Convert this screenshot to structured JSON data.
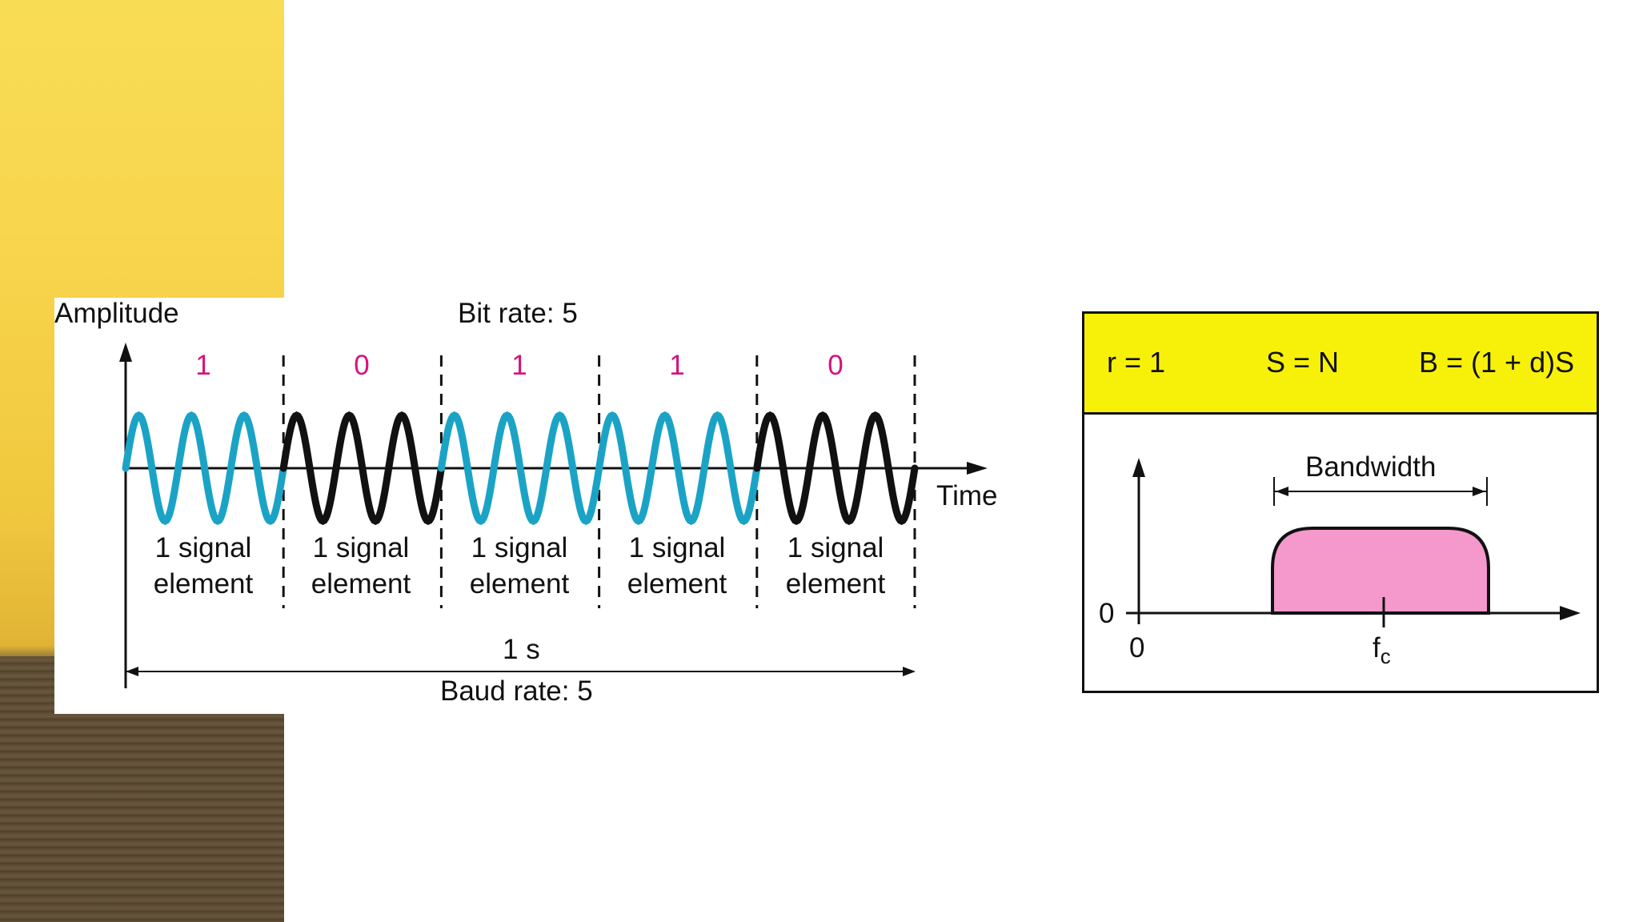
{
  "signal_diagram": {
    "y_axis_label": "Amplitude",
    "x_axis_label": "Time",
    "bit_rate": "Bit rate: 5",
    "duration": "1 s",
    "baud_rate": "Baud rate: 5",
    "bits": [
      "1",
      "0",
      "1",
      "1",
      "0"
    ],
    "elements": [
      {
        "line1": "1 signal",
        "line2": "element"
      },
      {
        "line1": "1 signal",
        "line2": "element"
      },
      {
        "line1": "1 signal",
        "line2": "element"
      },
      {
        "line1": "1 signal",
        "line2": "element"
      },
      {
        "line1": "1 signal",
        "line2": "element"
      }
    ],
    "colors": {
      "one": "#1ba3c6",
      "zero": "#111111",
      "bit_label": "#d4137e"
    }
  },
  "bandwidth_panel": {
    "header": {
      "r": "r = 1",
      "s": "S = N",
      "b": "B = (1 + d)S"
    },
    "bandwidth_label": "Bandwidth",
    "y_zero": "0",
    "x_zero": "0",
    "fc_main": "f",
    "fc_sub": "c",
    "colors": {
      "header": "#f7f10a",
      "band": "#f598cb"
    }
  }
}
